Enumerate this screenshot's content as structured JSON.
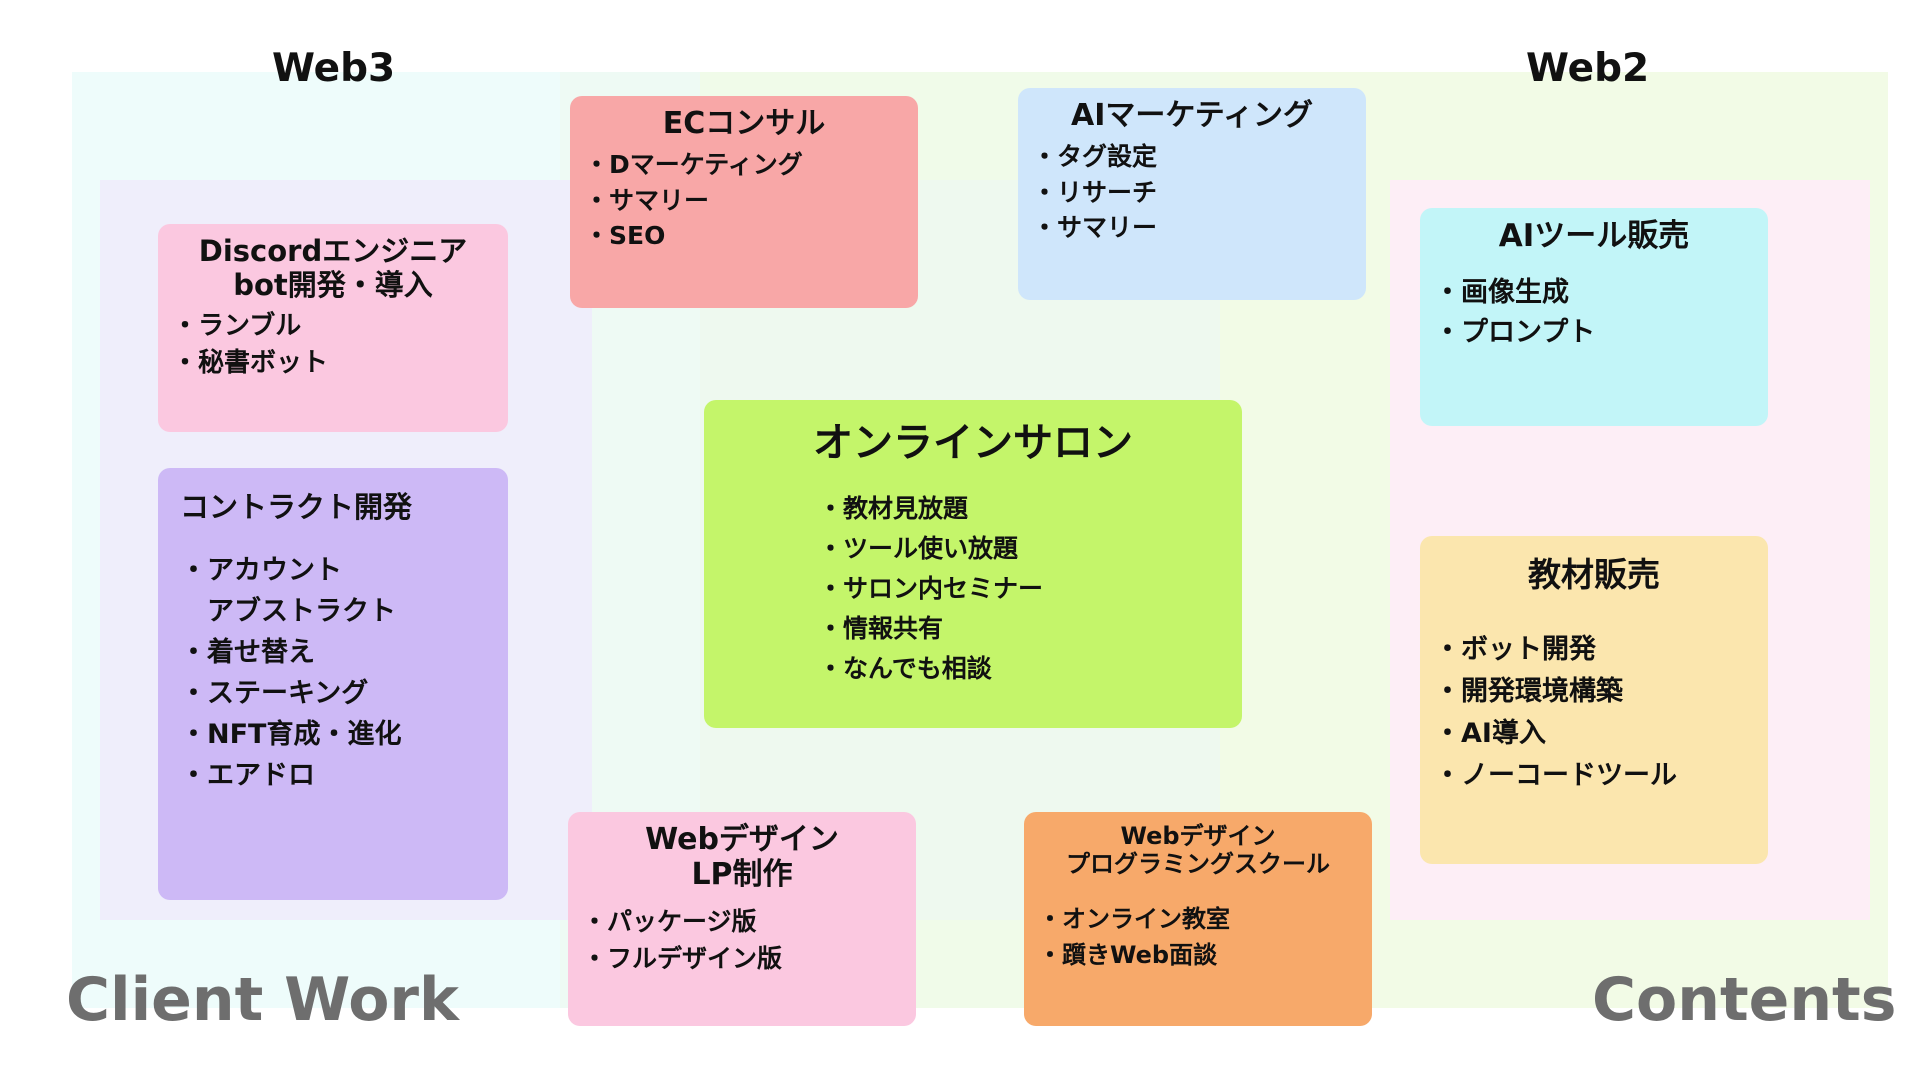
{
  "diagram": {
    "quadrant_labels": {
      "top_left": "Web3",
      "top_right": "Web2",
      "bottom_left": "Client Work",
      "bottom_right": "Contents"
    },
    "colors": {
      "web3_zone": "#eefcfb",
      "web2_zone": "#f2fbe6",
      "web3_inner": "#efeefb",
      "web2_inner": "#fdeef6",
      "center_zone": "#eef9ef",
      "corner_label": "#6e6e6e"
    },
    "cards": [
      {
        "id": "discord",
        "title": "Discordエンジニア\nbot開発・導入",
        "color": "#fbc8e0",
        "items": [
          "ランブル",
          "秘書ボット"
        ]
      },
      {
        "id": "contract",
        "title": "コントラクト開発",
        "color": "#cdb9f6",
        "items": [
          "アカウント\n アブストラクト",
          "着せ替え",
          "ステーキング",
          "NFT育成・進化",
          "エアドロ"
        ]
      },
      {
        "id": "ec",
        "title": "ECコンサル",
        "color": "#f8a7a7",
        "items": [
          "Dマーケティング",
          "サマリー",
          "SEO"
        ]
      },
      {
        "id": "aimarketing",
        "title": "AIマーケティング",
        "color": "#cfe6fb",
        "items": [
          "タグ設定",
          "リサーチ",
          "サマリー"
        ]
      },
      {
        "id": "salon",
        "title": "オンラインサロン",
        "color": "#c4f56a",
        "items": [
          "教材見放題",
          "ツール使い放題",
          "サロン内セミナー",
          "情報共有",
          "なんでも相談"
        ]
      },
      {
        "id": "aitool",
        "title": "AIツール販売",
        "color": "#c2f5f8",
        "items": [
          "画像生成",
          "プロンプト"
        ]
      },
      {
        "id": "materials",
        "title": "教材販売",
        "color": "#fbe6ae",
        "items": [
          "ボット開発",
          "開発環境構築",
          "AI導入",
          "ノーコードツール"
        ]
      },
      {
        "id": "webdesign",
        "title": "Webデザイン\nLP制作",
        "color": "#fbc8e0",
        "items": [
          "パッケージ版",
          "フルデザイン版"
        ]
      },
      {
        "id": "school",
        "title": "Webデザイン\nプログラミングスクール",
        "color": "#f7a96a",
        "items": [
          "オンライン教室",
          "躓きWeb面談"
        ]
      }
    ]
  }
}
